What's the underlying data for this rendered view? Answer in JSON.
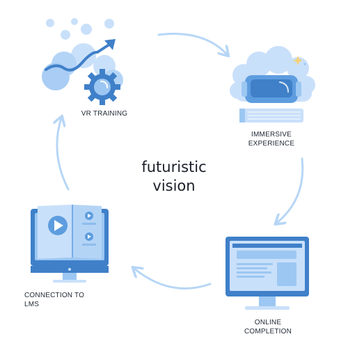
{
  "center": {
    "line1": "futuristic",
    "line2": "vision"
  },
  "steps": [
    {
      "label_lines": [
        "VR TRAINING"
      ],
      "icon": "vr-training-icon"
    },
    {
      "label_lines": [
        "IMMERSIVE",
        "EXPERIENCE"
      ],
      "icon": "vr-headset-icon"
    },
    {
      "label_lines": [
        "ONLINE",
        "COMPLETION"
      ],
      "icon": "monitor-icon"
    },
    {
      "label_lines": [
        "CONNECTION TO",
        "LMS"
      ],
      "icon": "video-book-monitor-icon"
    }
  ],
  "colors": {
    "light": "#c9e0fa",
    "mid": "#9cc7f2",
    "accent": "#5d9ddf",
    "deep": "#3f80c9",
    "arrow": "#b7d6f6",
    "text": "#222a36"
  }
}
